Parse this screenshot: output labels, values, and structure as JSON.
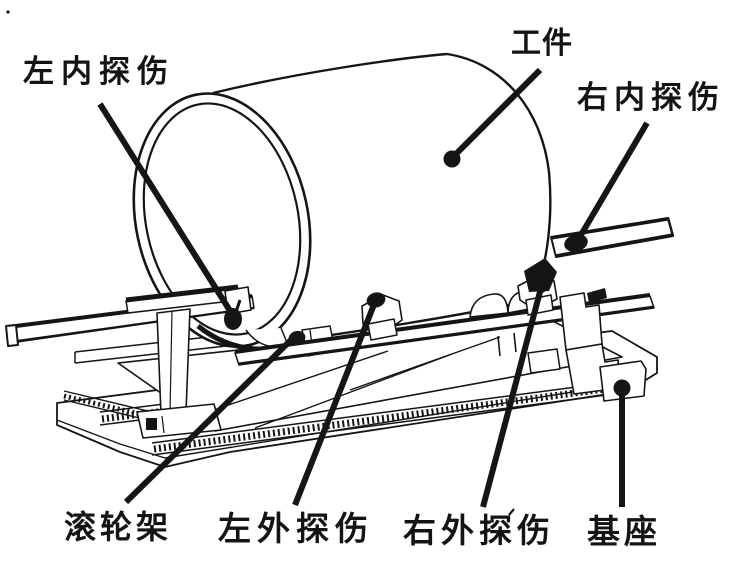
{
  "figure": {
    "background_color": "#ffffff",
    "ink_color": "#151515",
    "description_kind": "scanned technical line diagram of a cylindrical workpiece flaw-detection machine",
    "labels": {
      "left_inner": {
        "text": "左内探伤"
      },
      "workpiece": {
        "text": "工件"
      },
      "right_inner": {
        "text": "右内探伤"
      },
      "roller": {
        "text": "滚轮架"
      },
      "left_outer": {
        "text": "左外探伤"
      },
      "right_outer": {
        "text": "右外探伤"
      },
      "base": {
        "text": "基座"
      }
    }
  }
}
